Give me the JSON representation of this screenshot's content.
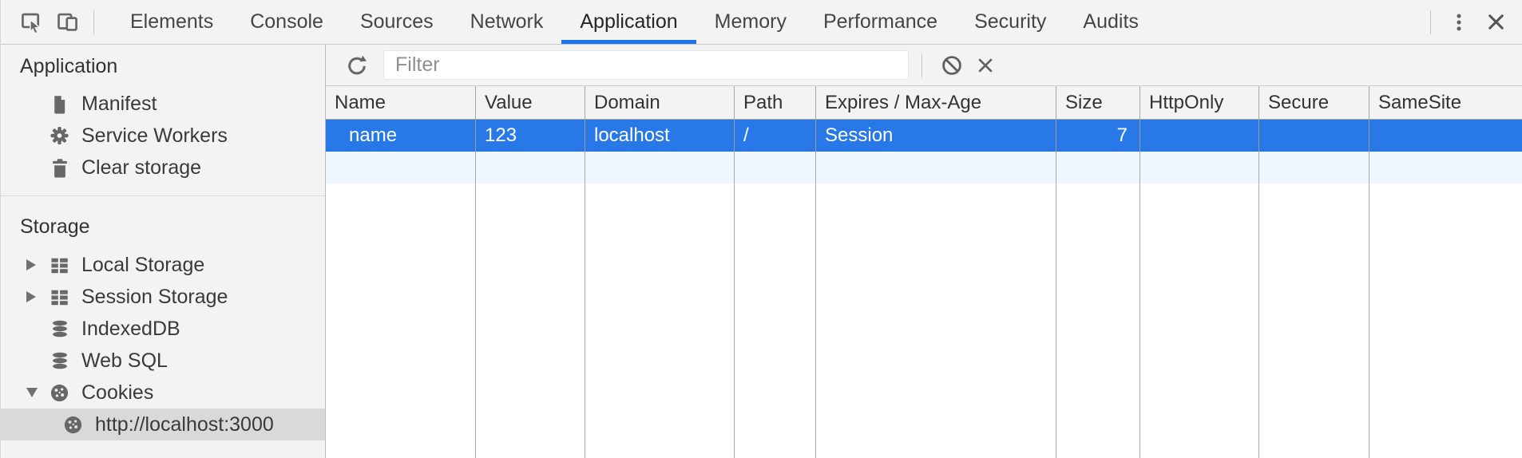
{
  "tabbar": {
    "left_icons": [
      "inspect-element-icon",
      "device-toolbar-icon"
    ],
    "tabs": [
      {
        "label": "Elements",
        "active": false
      },
      {
        "label": "Console",
        "active": false
      },
      {
        "label": "Sources",
        "active": false
      },
      {
        "label": "Network",
        "active": false
      },
      {
        "label": "Application",
        "active": true
      },
      {
        "label": "Memory",
        "active": false
      },
      {
        "label": "Performance",
        "active": false
      },
      {
        "label": "Security",
        "active": false
      },
      {
        "label": "Audits",
        "active": false
      }
    ],
    "active_tab": "Application",
    "controls": [
      "kebab-menu-icon",
      "close-icon"
    ]
  },
  "sidebar": {
    "sections": [
      {
        "title": "Application",
        "items": [
          {
            "icon": "file-icon",
            "label": "Manifest"
          },
          {
            "icon": "gear-icon",
            "label": "Service Workers"
          },
          {
            "icon": "trash-icon",
            "label": "Clear storage"
          }
        ]
      },
      {
        "title": "Storage",
        "items": [
          {
            "icon": "table-icon",
            "label": "Local Storage",
            "expander": "collapsed"
          },
          {
            "icon": "table-icon",
            "label": "Session Storage",
            "expander": "collapsed"
          },
          {
            "icon": "database-icon",
            "label": "IndexedDB",
            "expander": "none"
          },
          {
            "icon": "database-icon",
            "label": "Web SQL",
            "expander": "none"
          },
          {
            "icon": "cookie-icon",
            "label": "Cookies",
            "expander": "expanded"
          }
        ],
        "children": [
          {
            "icon": "cookie-icon",
            "label": "http://localhost:3000",
            "selected": true
          }
        ]
      }
    ]
  },
  "toolbar": {
    "icons": [
      "refresh-icon",
      "block-icon",
      "clear-icon"
    ],
    "filter_placeholder": "Filter",
    "filter_value": ""
  },
  "cookie_table": {
    "columns": [
      "Name",
      "Value",
      "Domain",
      "Path",
      "Expires / Max-Age",
      "Size",
      "HttpOnly",
      "Secure",
      "SameSite"
    ],
    "rows": [
      {
        "name": "name",
        "value": "123",
        "domain": "localhost",
        "path": "/",
        "expires": "Session",
        "size": "7",
        "http_only": "",
        "secure": "",
        "same_site": "",
        "selected": true
      }
    ]
  },
  "colors": {
    "accent": "#1a73e8",
    "selected_row": "#2878e8",
    "row_stripe": "#f0f6fd",
    "sidebar_selected": "#d9d9d9",
    "panel_bg": "#f3f3f3",
    "grid_line": "#a8a8a8"
  }
}
